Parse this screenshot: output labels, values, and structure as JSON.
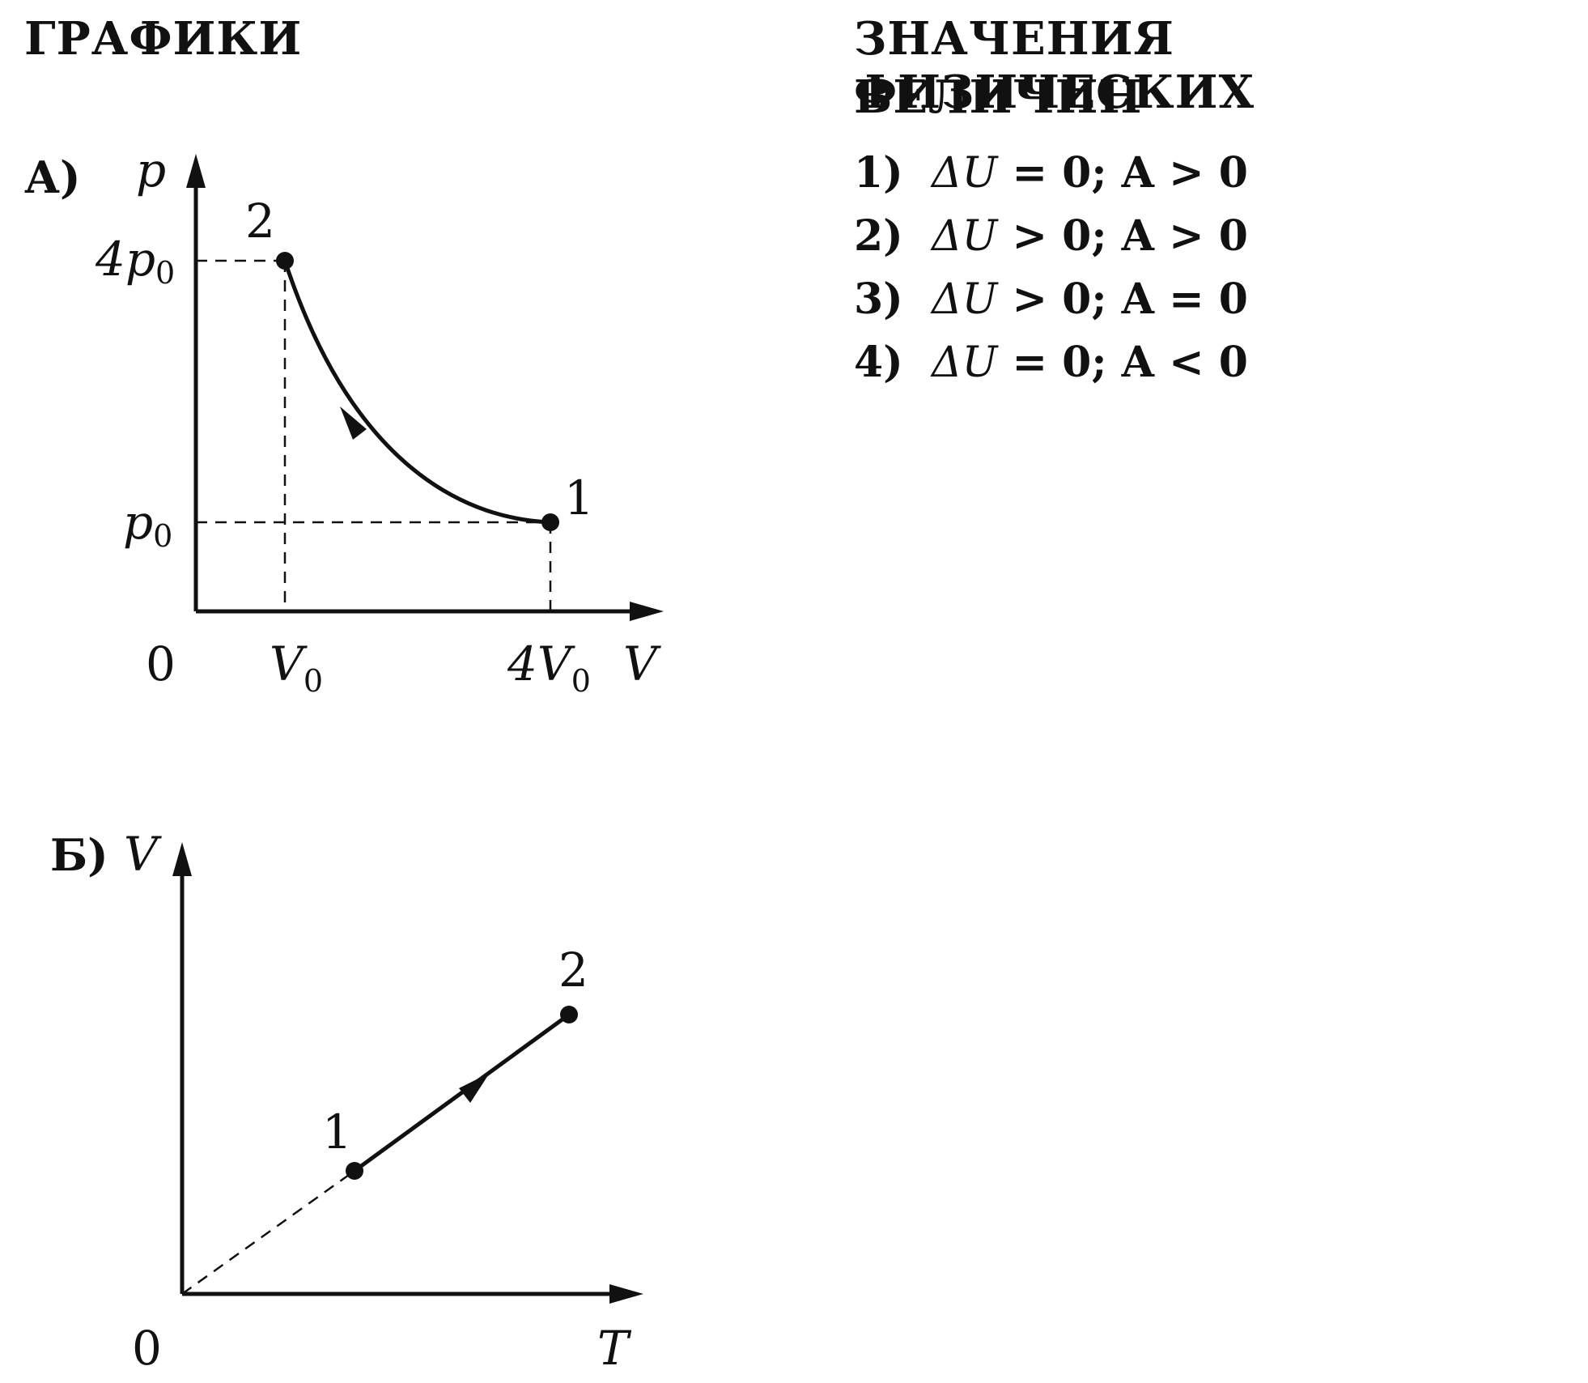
{
  "headings": {
    "left": "ГРАФИКИ",
    "right_line1": "ЗНАЧЕНИЯ ФИЗИЧЕСКИХ",
    "right_line2": "ВЕЛИЧИН"
  },
  "options": [
    {
      "num": "1)",
      "dU": "ΔU",
      "formula": " = 0; A > 0"
    },
    {
      "num": "2)",
      "dU": "ΔU",
      "formula": " > 0; A > 0"
    },
    {
      "num": "3)",
      "dU": "ΔU",
      "formula": " > 0; A = 0"
    },
    {
      "num": "4)",
      "dU": "ΔU",
      "formula": " = 0; A < 0"
    }
  ],
  "graph_a": {
    "panel_label": "А)",
    "y_axis": "p",
    "x_axis": "V",
    "origin": "0",
    "tick_y_high": "4p",
    "tick_y_high_sub": "0",
    "tick_y_low": "p",
    "tick_y_low_sub": "0",
    "tick_x_low": "V",
    "tick_x_low_sub": "0",
    "tick_x_high": "4V",
    "tick_x_high_sub": "0",
    "point_1": "1",
    "point_2": "2",
    "curve": {
      "from_point": "1",
      "to_point": "2",
      "start": {
        "V": 4,
        "p": 1
      },
      "end": {
        "V": 1,
        "p": 4
      }
    }
  },
  "graph_b": {
    "panel_label": "Б)",
    "y_axis": "V",
    "x_axis": "T",
    "origin": "0",
    "point_1": "1",
    "point_2": "2",
    "segment": {
      "from_point": "1",
      "to_point": "2",
      "extrapolated_to_origin": true
    }
  }
}
